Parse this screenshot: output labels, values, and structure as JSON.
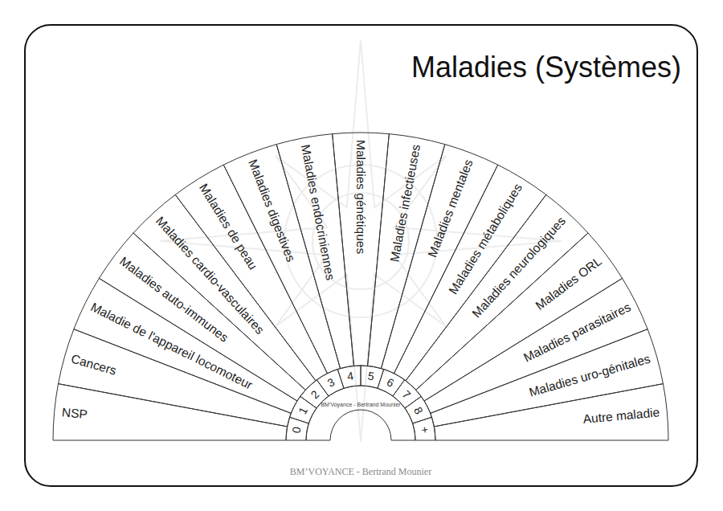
{
  "diagram": {
    "title": "Maladies (Systèmes)",
    "nodes": [
      {
        "text": [
          "NSP"
        ]
      },
      {
        "text": [
          "Cancers"
        ]
      },
      {
        "text": [
          "Maladie de l'appareil locomoteur"
        ]
      },
      {
        "text": [
          "Maladies auto-immunes"
        ]
      },
      {
        "text": [
          "Maladies cardio-vasculaires"
        ]
      },
      {
        "text": [
          "Maladies de peau"
        ]
      },
      {
        "text": [
          "Maladies digestives"
        ]
      },
      {
        "text": [
          "Maladies endocriniennes"
        ]
      },
      {
        "text": [
          "Maladies génétiques"
        ]
      },
      {
        "text": [
          "Maladies infectieuses"
        ]
      },
      {
        "text": [
          "Maladies mentales"
        ]
      },
      {
        "text": [
          "Maladies métaboliques"
        ]
      },
      {
        "text": [
          "Maladies neurologiques"
        ]
      },
      {
        "text": [
          "Maladies ORL"
        ]
      },
      {
        "text": [
          "Maladies parasitaires"
        ]
      },
      {
        "text": [
          "Maladies uro-génitales"
        ]
      },
      {
        "text": [
          "Autre maladie"
        ]
      },
      {
        "text": [
          "0"
        ]
      },
      {
        "text": [
          "1"
        ]
      },
      {
        "text": [
          "2"
        ]
      },
      {
        "text": [
          "3"
        ]
      },
      {
        "text": [
          "4"
        ]
      },
      {
        "text": [
          "5"
        ]
      },
      {
        "text": [
          "6"
        ]
      },
      {
        "text": [
          "7"
        ]
      },
      {
        "text": [
          "8"
        ]
      },
      {
        "text": [
          "+"
        ]
      }
    ],
    "labels": [
      "BM’Voyance - Bertrand Mounier",
      "BM’VOYANCE - Bertrand Mounier"
    ]
  }
}
